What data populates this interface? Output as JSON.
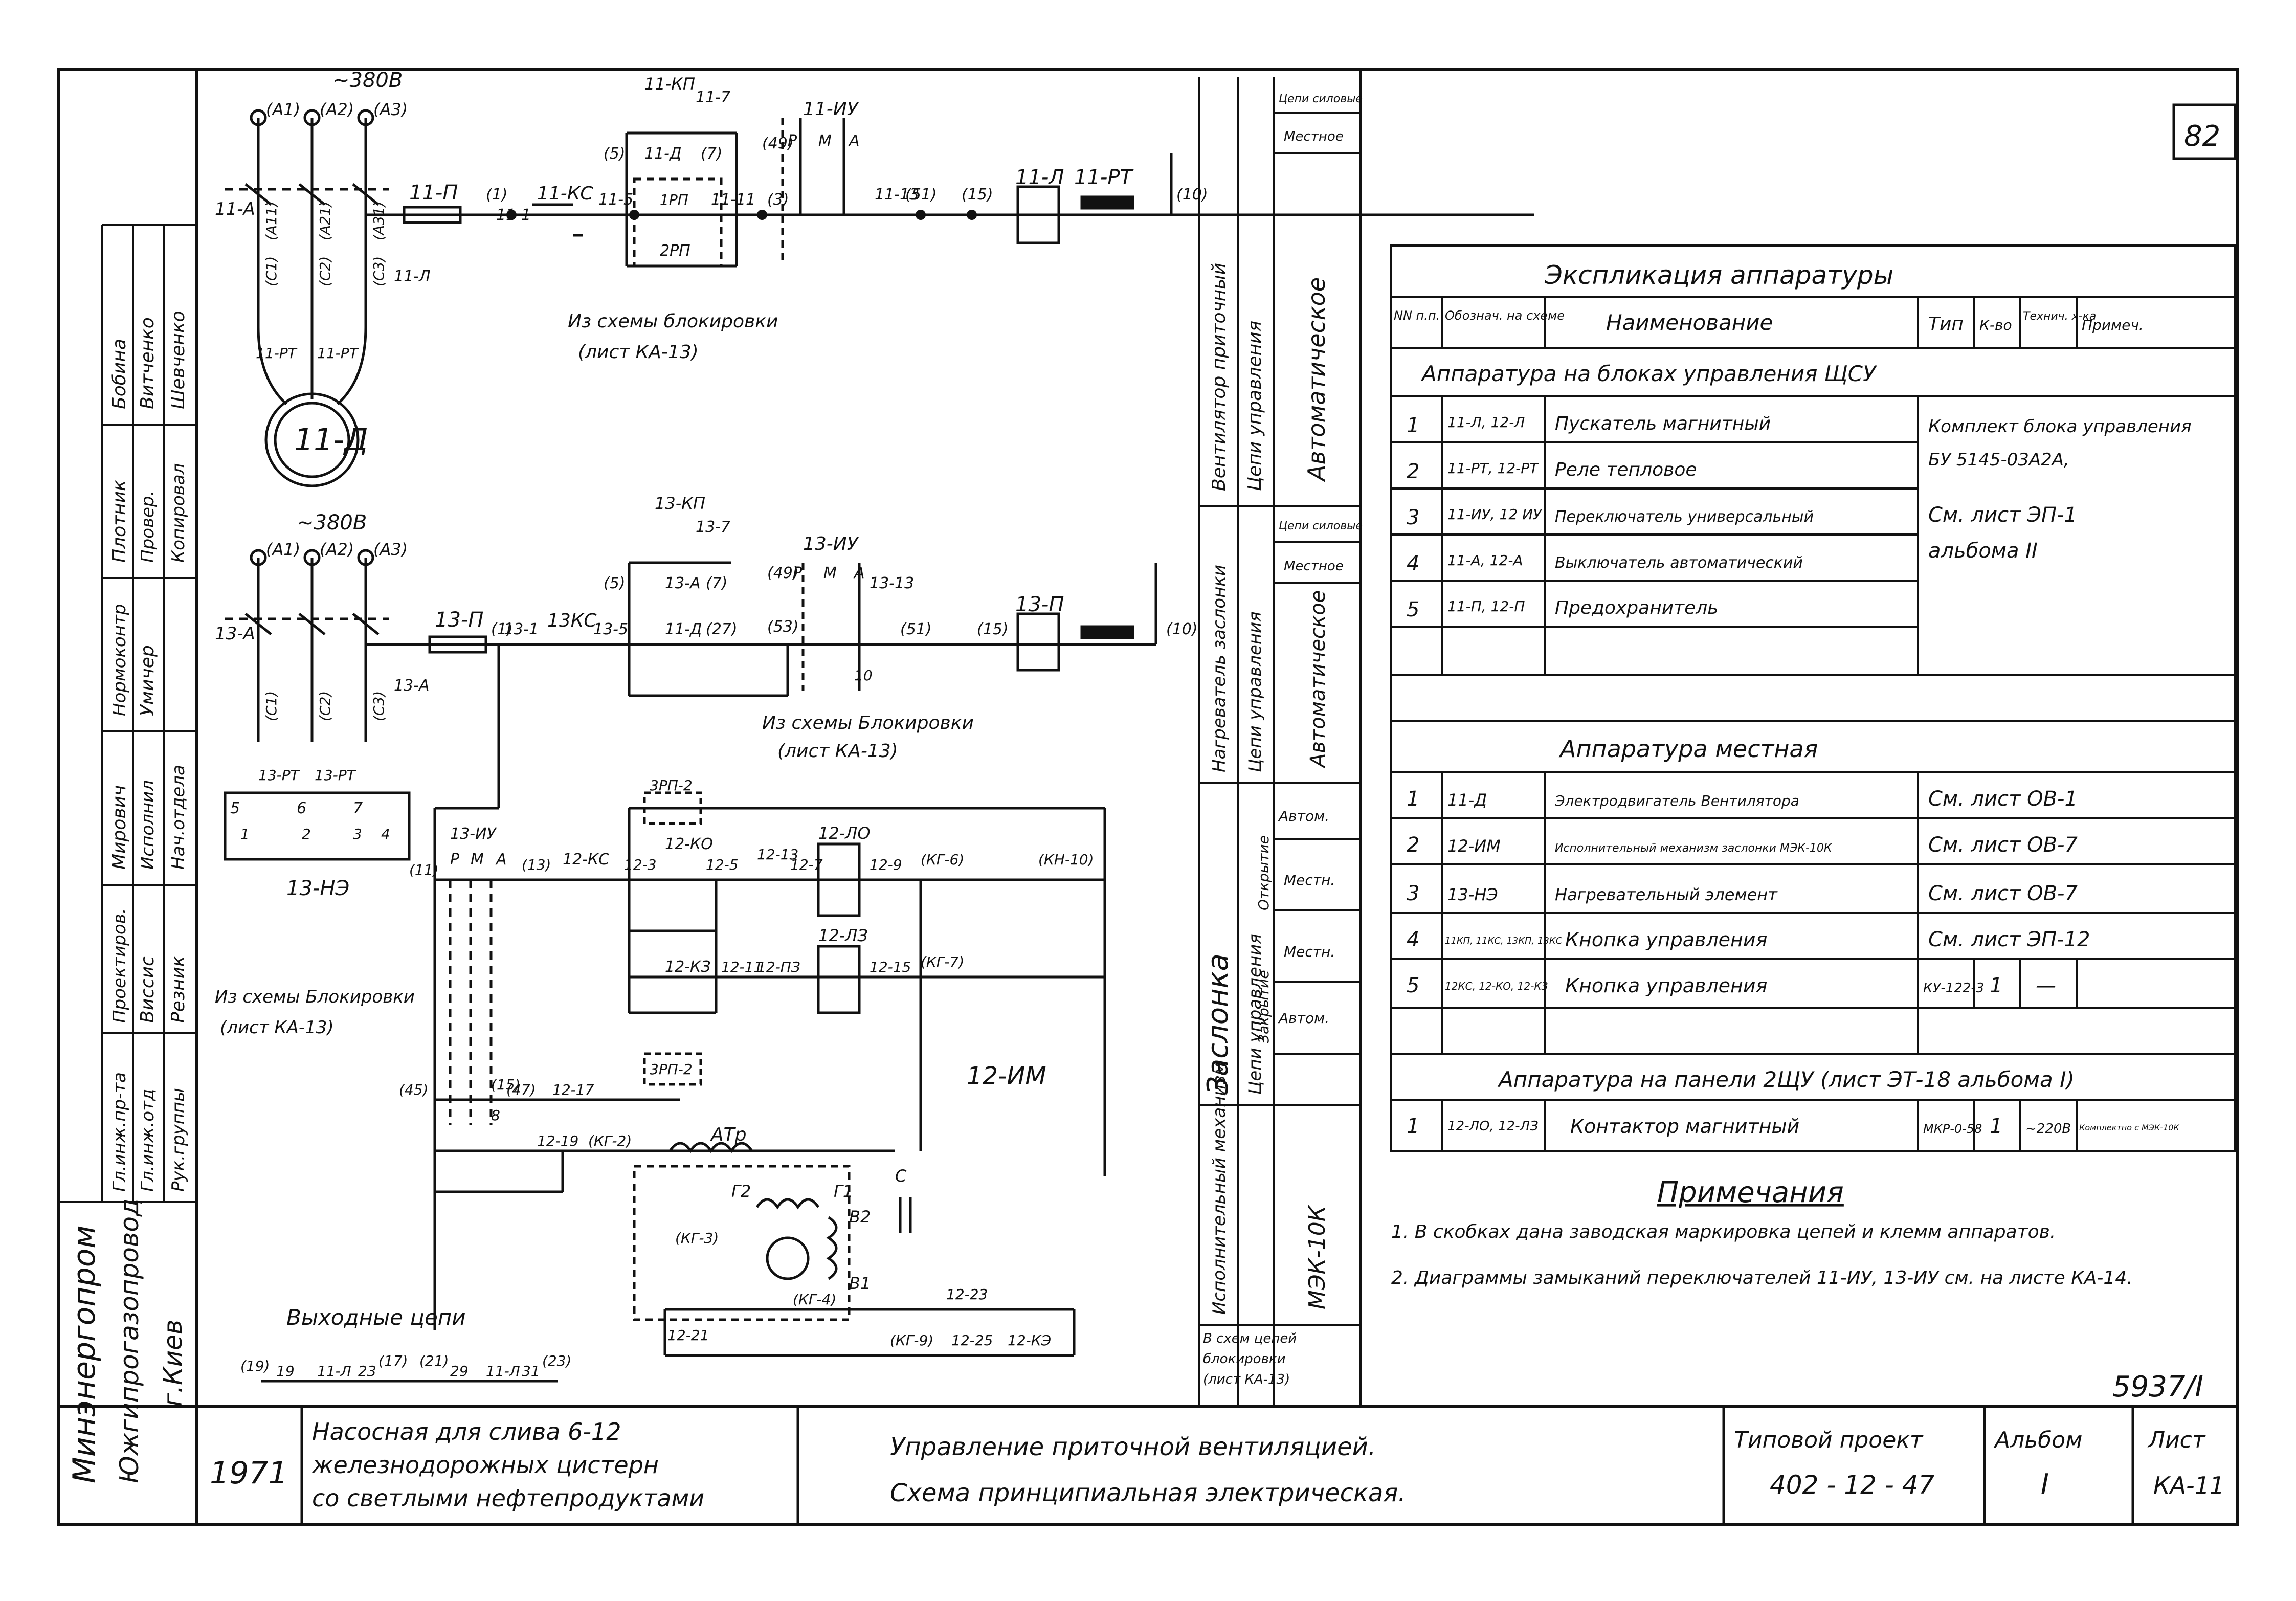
{
  "page_number": "82",
  "project_code": "5937/I",
  "circuit1": {
    "supply": "~380В",
    "phases": [
      "(A1)",
      "(A2)",
      "(A3)"
    ],
    "breaker": "11-А",
    "fuse": "11-П",
    "button": "11-КС",
    "button_stop": "11-КП",
    "switch": "11-ИУ",
    "contactor_coil": "11-Л",
    "thermal_relay": "11-РТ",
    "motor": "11-Д",
    "wires": [
      "(5)",
      "(7)",
      "(49)",
      "(51)",
      "(15)",
      "(3)",
      "(1)",
      "(10)"
    ],
    "labels": [
      "11-1",
      "11-5",
      "11-7",
      "11-11",
      "11-13",
      "11-Д",
      "1РП",
      "2РП",
      "Р",
      "М",
      "А"
    ],
    "terminals": [
      "(C1)",
      "(C2)",
      "(C3)",
      "(A11)",
      "(A21)",
      "(A31)",
      "11-РТ",
      "11-РТ",
      "11-Л"
    ],
    "ref": "Из схемы блокировки",
    "ref_sheet": "(лист КА-13)"
  },
  "circuit2": {
    "supply": "~380В",
    "phases": [
      "(A1)",
      "(A2)",
      "(A3)"
    ],
    "breaker": "13-А",
    "fuse": "13-П",
    "button": "13КС",
    "button_stop": "13-КП",
    "switch": "13-ИУ",
    "coil": "13-П",
    "wires": [
      "(5)",
      "(7)",
      "(49)",
      "(53)",
      "(51)",
      "(15)",
      "(1)",
      "(10)",
      "(27)"
    ],
    "labels": [
      "13-1",
      "13-5",
      "13-7",
      "13-13",
      "13-А",
      "11-Д",
      "Р",
      "М",
      "А",
      "10"
    ],
    "heater": "13-НЭ",
    "terminals": [
      "(C1)",
      "(C2)",
      "(C3)",
      "13-РТ",
      "13-РТ",
      "13-А",
      "5",
      "6",
      "7",
      "1",
      "2",
      "3",
      "4"
    ],
    "ref": "Из схемы Блокировки",
    "ref_sheet": "(лист КА-13)"
  },
  "circuit3": {
    "switch": "13-ИУ",
    "labels": [
      "Р",
      "М",
      "А",
      "12-КС",
      "12-3",
      "12-КО",
      "12-5",
      "12-13",
      "12-7",
      "12-9",
      "12-КЗ",
      "12-11",
      "12-17",
      "12-19",
      "12-ПЗ",
      "12-15",
      "12-21",
      "12-23",
      "12-25",
      "12-КЭ"
    ],
    "contactor_open": "12-ЛО",
    "contactor_close": "12-ЛЗ",
    "limit": [
      "3РП-2",
      "3РП-2"
    ],
    "wires": [
      "(11)",
      "(13)",
      "(15)",
      "(КГ-6)",
      "(КН-10)",
      "(КГ-7)",
      "(КГ-2)",
      "(КГ-3)",
      "(КГ-4)",
      "(КГ-9)",
      "(45)",
      "(47)",
      "8"
    ],
    "actuator": "12-ИМ",
    "transformer": "АТр",
    "motor_parts": [
      "Г2",
      "Г1",
      "С",
      "В2",
      "В1"
    ],
    "ref": "Из схемы Блокировки",
    "ref_sheet": "(лист КА-13)"
  },
  "outputs": {
    "title": "Выходные цепи",
    "wires": [
      "(19)",
      "19",
      "11-Л",
      "23",
      "(17)",
      "(21)",
      "29",
      "11-Л",
      "31",
      "(23)"
    ]
  },
  "side_panel": {
    "rows": [
      {
        "group": "Вентилятор приточный",
        "sub": "Цепи управления",
        "mode": "Автоматическое",
        "top1": "Цепи силовые",
        "top2": "Местное"
      },
      {
        "group": "Нагреватель заслонки",
        "sub": "Цепи управления",
        "mode": "Автоматическое",
        "top1": "Цепи силовые",
        "top2": "Местное"
      },
      {
        "group": "Заслонка",
        "sub": "Цепи управления",
        "modes": [
          "Автом.",
          "Местн.",
          "Местн.",
          "Автом."
        ],
        "subs": [
          "Открытие",
          "Закрытие"
        ]
      },
      {
        "group": "Исполнительный механизм",
        "mode": "МЭК-10К"
      }
    ],
    "footer": [
      "В схем цепей",
      "блокировки",
      "(лист КА-13)"
    ]
  },
  "title_block_left": {
    "org": "Минэнергопром",
    "dept": "Южгипрогазопровод",
    "city": "г.Киев",
    "roles": [
      "Гл.инж.пр-та",
      "Гл.инж.отд",
      "Рук.группы",
      "Проектиров.",
      "Исполнил",
      "Нач.отдела",
      "Нормоконтр",
      "Провер.",
      "Копировал"
    ],
    "names": [
      "Бобина",
      "Витченко",
      "Шевченко",
      "Мирович",
      "Виссис",
      "Резник",
      "Плотник",
      "Умичер"
    ]
  },
  "spec_table": {
    "title": "Экспликация аппаратуры",
    "headers": [
      "NN п.п.",
      "Обознач. на схеме",
      "Наименование",
      "Тип",
      "К-во",
      "Технич. х-ка",
      "Примеч."
    ],
    "group1_title": "Аппаратура на блоках управления ЩСУ",
    "group1_note": [
      "Комплект блока управления",
      "БУ 5145-03А2А,",
      "См. лист ЭП-1",
      "альбома II"
    ],
    "group1_rows": [
      {
        "n": "1",
        "code": "11-Л, 12-Л",
        "name": "Пускатель магнитный"
      },
      {
        "n": "2",
        "code": "11-РТ, 12-РТ",
        "name": "Реле тепловое"
      },
      {
        "n": "3",
        "code": "11-ИУ, 12 ИУ",
        "name": "Переключатель универсальный"
      },
      {
        "n": "4",
        "code": "11-А, 12-А",
        "name": "Выключатель автоматический"
      },
      {
        "n": "5",
        "code": "11-П, 12-П",
        "name": "Предохранитель"
      }
    ],
    "group2_title": "Аппаратура местная",
    "group2_rows": [
      {
        "n": "1",
        "code": "11-Д",
        "name": "Электродвигатель Вентилятора",
        "type": "См. лист ОВ-1"
      },
      {
        "n": "2",
        "code": "12-ИМ",
        "name": "Исполнительный механизм заслонки МЭК-10К",
        "type": "См. лист ОВ-7"
      },
      {
        "n": "3",
        "code": "13-НЭ",
        "name": "Нагревательный элемент",
        "type": "См. лист ОВ-7"
      },
      {
        "n": "4",
        "code": "11КП, 11КС, 13КП, 13КС",
        "name": "Кнопка управления",
        "type": "См. лист ЭП-12"
      },
      {
        "n": "5",
        "code": "12КС, 12-КО, 12-КЗ",
        "name": "Кнопка управления",
        "type": "КУ-122-3",
        "qty": "1",
        "tech": "—"
      }
    ],
    "group3_title": "Аппаратура на панели 2ЩУ (лист ЭТ-18 альбома I)",
    "group3_rows": [
      {
        "n": "1",
        "code": "12-ЛО, 12-ЛЗ",
        "name": "Контактор магнитный",
        "type": "МКР-0-58",
        "qty": "1",
        "tech": "~220В",
        "note": "Комплектно с МЭК-10К"
      }
    ]
  },
  "notes": {
    "title": "Примечания",
    "items": [
      "1. В скобках дана заводская маркировка цепей и клемм аппаратов.",
      "2. Диаграммы замыканий переключателей 11-ИУ, 13-ИУ см. на листе КА-14."
    ]
  },
  "title_block": {
    "year": "1971",
    "object": [
      "Насосная для слива 6-12",
      "железнодорожных цистерн",
      "со светлыми нефтепродуктами"
    ],
    "drawing": [
      "Управление приточной вентиляцией.",
      "Схема принципиальная электрическая."
    ],
    "project_label": "Типовой проект",
    "project": "402 - 12 - 47",
    "album_label": "Альбом",
    "album": "I",
    "sheet_label": "Лист",
    "sheet": "КА-11"
  }
}
